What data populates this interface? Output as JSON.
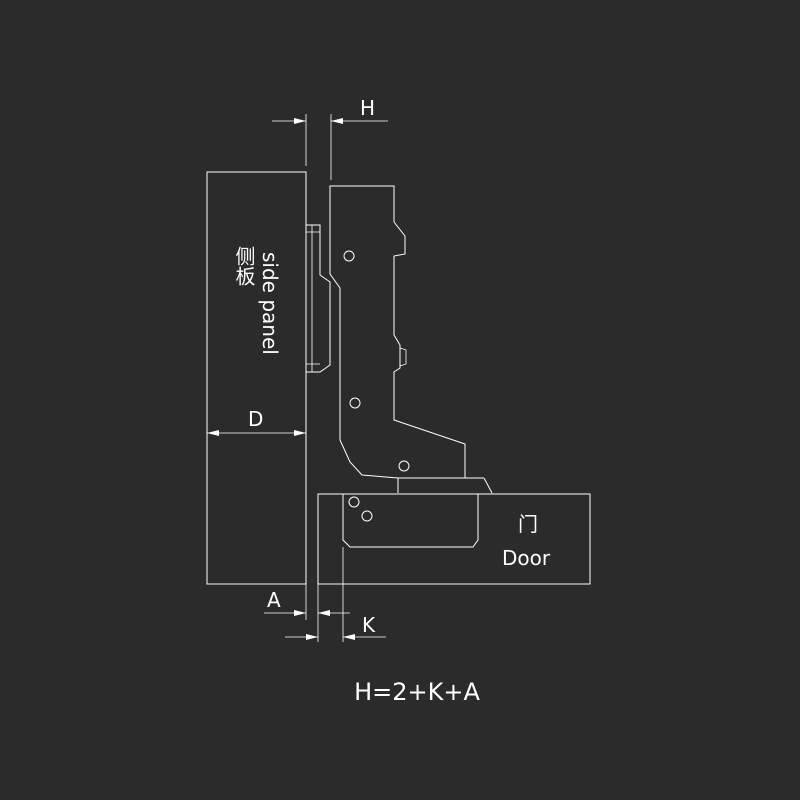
{
  "colors": {
    "background": "#2b2b2b",
    "line": "#ffffff",
    "text": "#ffffff"
  },
  "labels": {
    "side_panel_cn": "侧板",
    "side_panel_en": "side panel",
    "door_cn": "门",
    "door_en": "Door",
    "dim_h": "H",
    "dim_d": "D",
    "dim_a": "A",
    "dim_k": "K",
    "formula": "H=2+K+A"
  }
}
